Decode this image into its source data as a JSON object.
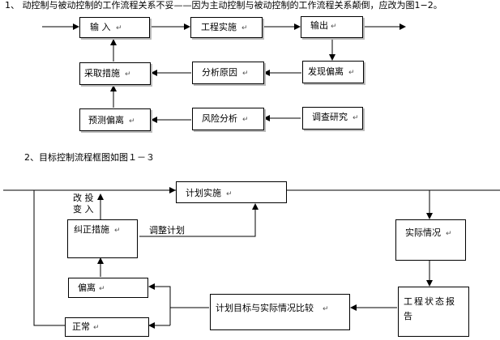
{
  "heading1": "1、  动控制与被动控制的工作流程关系不妥——因为主动控制与被动控制的工作流程关系颠倒，应改为图1−2。",
  "heading2": "2、目标控制流程框图如图１－３",
  "diagram1": {
    "input": "输 入",
    "implement": "工程实施",
    "output": "输出",
    "take_measures": "采取措施",
    "analyze_cause": "分析原因",
    "find_deviation": "发现偏离",
    "predict_deviation": "预测偏离",
    "risk_analysis": "风险分析",
    "survey_research": "调查研究"
  },
  "diagram2": {
    "plan_implement": "计划实施",
    "change_input_1": "改  投",
    "change_input_2": "变  入",
    "corrective": "纠正措施",
    "adjust_plan": "调整计划",
    "actual_situation": "实际情况",
    "deviation": "偏离",
    "status_report": "工程状态报告",
    "compare": "计划目标与实际情况比较",
    "normal": "正常"
  },
  "paragraph_mark": "↵"
}
